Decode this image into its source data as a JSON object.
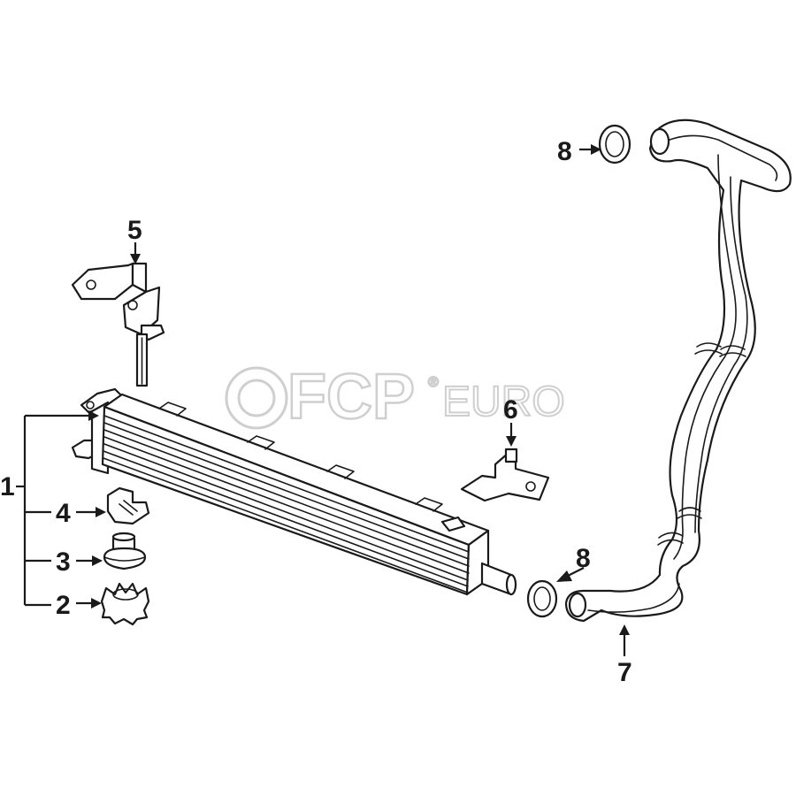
{
  "watermark": {
    "brand": "FCP",
    "suffix": "EURO",
    "registered": "®"
  },
  "callouts": {
    "c1": "1",
    "c2": "2",
    "c3": "3",
    "c4": "4",
    "c5": "5",
    "c6": "6",
    "c7": "7",
    "c8_top": "8",
    "c8_bottom": "8"
  },
  "colors": {
    "line": "#1a1a1a",
    "watermark": "#cfcfcf",
    "background": "#ffffff"
  }
}
